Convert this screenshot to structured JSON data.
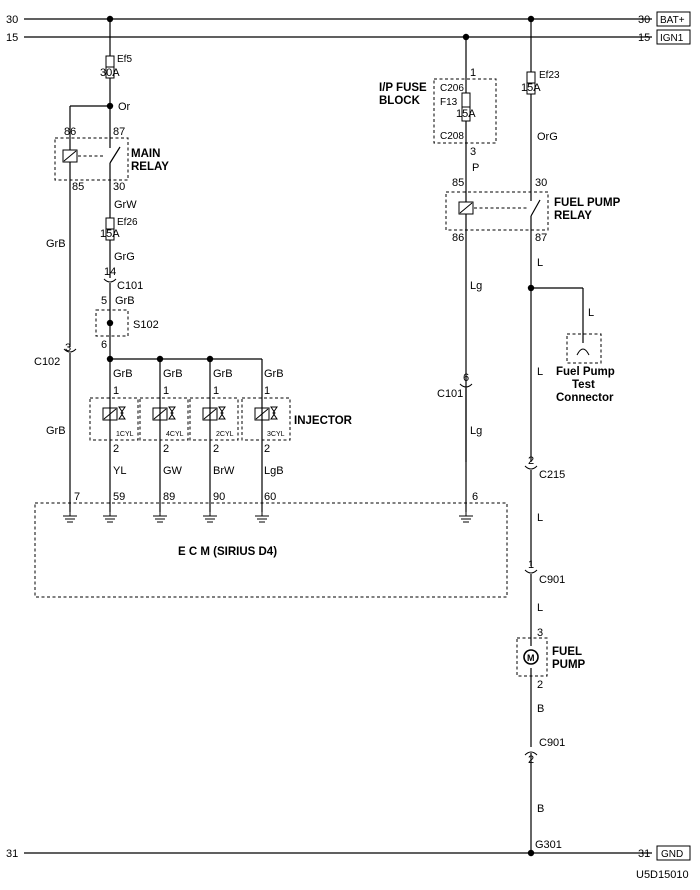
{
  "rails": {
    "bat": {
      "left_num": "30",
      "right_num": "30",
      "tag": "BAT+"
    },
    "ign": {
      "left_num": "15",
      "right_num": "15",
      "tag": "IGN1"
    },
    "gnd": {
      "left_num": "31",
      "right_num": "31",
      "tag": "GND"
    }
  },
  "main_circuit": {
    "fuse_ef5": {
      "name": "Ef5",
      "rating": "30A"
    },
    "wire_or": "Or",
    "main_relay": {
      "label_line1": "MAIN",
      "label_line2": "RELAY",
      "pin_86": "86",
      "pin_87": "87",
      "pin_85": "85",
      "pin_30": "30"
    },
    "wire_grw": "GrW",
    "fuse_ef26": {
      "name": "Ef26",
      "rating": "15A"
    },
    "wire_grg": "GrG",
    "connector_c101": {
      "pin": "14",
      "name": "C101"
    },
    "splice_s102": {
      "pin_top": "5",
      "pin_bottom": "6",
      "name": "S102",
      "wire": "GrB"
    },
    "wire_grb_left": "GrB",
    "connector_c102": {
      "pin": "3",
      "name": "C102"
    },
    "wire_grb_left_lower": "GrB"
  },
  "injectors": {
    "label": "INJECTOR",
    "items": [
      {
        "top_wire": "GrB",
        "pin1": "1",
        "cyl": "1CYL",
        "pin2": "2",
        "bottom_wire": "YL",
        "ecm_pin": "59"
      },
      {
        "top_wire": "GrB",
        "pin1": "1",
        "cyl": "4CYL",
        "pin2": "2",
        "bottom_wire": "GW",
        "ecm_pin": "89"
      },
      {
        "top_wire": "GrB",
        "pin1": "1",
        "cyl": "2CYL",
        "pin2": "2",
        "bottom_wire": "BrW",
        "ecm_pin": "90"
      },
      {
        "top_wire": "GrB",
        "pin1": "1",
        "cyl": "3CYL",
        "pin2": "2",
        "bottom_wire": "LgB",
        "ecm_pin": "60"
      }
    ]
  },
  "ecm": {
    "label": "E   C   M (SIRIUS D4)",
    "pin_left": "7",
    "pin_right": "6"
  },
  "fuse_block": {
    "label_line1": "I/P FUSE",
    "label_line2": "BLOCK",
    "pin_top": "1",
    "c206": "C206",
    "fuse_name": "F13",
    "fuse_rating": "15A",
    "c208": "C208",
    "pin_bottom": "3",
    "wire_p": "P"
  },
  "fuel_pump_relay": {
    "label_line1": "FUEL PUMP",
    "label_line2": "RELAY",
    "pin_85": "85",
    "pin_30": "30",
    "pin_86": "86",
    "pin_87": "87"
  },
  "fuse_ef23": {
    "name": "Ef23",
    "rating": "15A"
  },
  "wire_org": "OrG",
  "wire_lg_upper": "Lg",
  "connector_c101_right": {
    "pin": "6",
    "name": "C101"
  },
  "wire_lg_lower": "Lg",
  "wire_l_relay": "L",
  "wire_l_branch": "L",
  "test_connector": {
    "label_line1": "Fuel Pump",
    "label_line2": "Test",
    "label_line3": "Connector"
  },
  "wire_l_mid": "L",
  "connector_c215": {
    "pin": "2",
    "name": "C215"
  },
  "wire_l_c215": "L",
  "connector_c901_top": {
    "pin": "1",
    "name": "C901"
  },
  "wire_l_c901": "L",
  "fuel_pump": {
    "pin_top": "3",
    "symbol": "M",
    "label_line1": "FUEL",
    "label_line2": "PUMP",
    "pin_bottom": "2"
  },
  "wire_b_upper": "B",
  "connector_c901_bottom": {
    "pin": "2",
    "name": "C901"
  },
  "wire_b_lower": "B",
  "ground_g301": "G301",
  "diagram_code": "U5D15010"
}
